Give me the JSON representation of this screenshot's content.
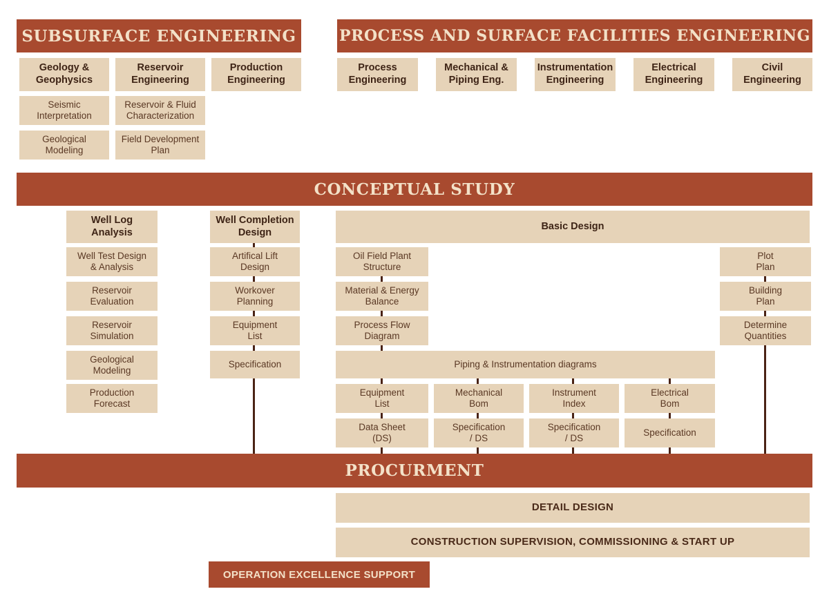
{
  "colors": {
    "banner_red": "#a84a2f",
    "cream_text": "#f3e1c8",
    "box_tan": "#e6d3b8",
    "text_dark": "#3e2416",
    "text_regular": "#5a3824",
    "connector": "#4a2315",
    "background": "#ffffff"
  },
  "subsurface": {
    "title": "SUBSURFACE ENGINEERING",
    "departments": [
      {
        "label": "Geology &\nGeophysics",
        "tasks": [
          "Seismic\nInterpretation",
          "Geological\nModeling"
        ]
      },
      {
        "label": "Reservoir\nEngineering",
        "tasks": [
          "Reservoir & Fluid\nCharacterization",
          "Field Development\nPlan"
        ]
      },
      {
        "label": "Production\nEngineering",
        "tasks": []
      }
    ]
  },
  "process_facilities": {
    "title": "PROCESS AND SURFACE FACILITIES ENGINEERING",
    "departments": [
      "Process\nEngineering",
      "Mechanical &\nPiping Eng.",
      "Instrumentation\nEngineering",
      "Electrical\nEngineering",
      "Civil\nEngineering"
    ]
  },
  "conceptual_study": {
    "title": "CONCEPTUAL STUDY",
    "well_log_analysis": {
      "header": "Well Log\nAnalysis",
      "items": [
        "Well Test Design\n& Analysis",
        "Reservoir\nEvaluation",
        "Reservoir\nSimulation",
        "Geological\nModeling",
        "Production\nForecast"
      ]
    },
    "well_completion_design": {
      "header": "Well Completion\nDesign",
      "items": [
        "Artifical Lift\nDesign",
        "Workover\nPlanning",
        "Equipment\nList",
        "Specification"
      ]
    },
    "basic_design": {
      "header": "Basic Design",
      "process_stack": [
        "Oil Field Plant\nStructure",
        "Material & Energy\nBalance",
        "Process Flow\nDiagram"
      ],
      "pid_label": "Piping & Instrumentation diagrams",
      "disciplines": [
        {
          "deliverable": "Equipment\nList",
          "spec": "Data Sheet\n(DS)"
        },
        {
          "deliverable": "Mechanical\nBom",
          "spec": "Specification\n/ DS"
        },
        {
          "deliverable": "Instrument\nIndex",
          "spec": "Specification\n/ DS"
        },
        {
          "deliverable": "Electrical\nBom",
          "spec": "Specification"
        }
      ],
      "civil_stack": [
        "Plot\nPlan",
        "Building\nPlan",
        "Determine\nQuantities"
      ]
    }
  },
  "procurement": {
    "title": "PROCURMENT"
  },
  "detail_design": {
    "title": "DETAIL DESIGN"
  },
  "construction": {
    "title": "CONSTRUCTION SUPERVISION, COMMISSIONING & START UP"
  },
  "operation_support": {
    "title": "OPERATION EXCELLENCE SUPPORT"
  }
}
